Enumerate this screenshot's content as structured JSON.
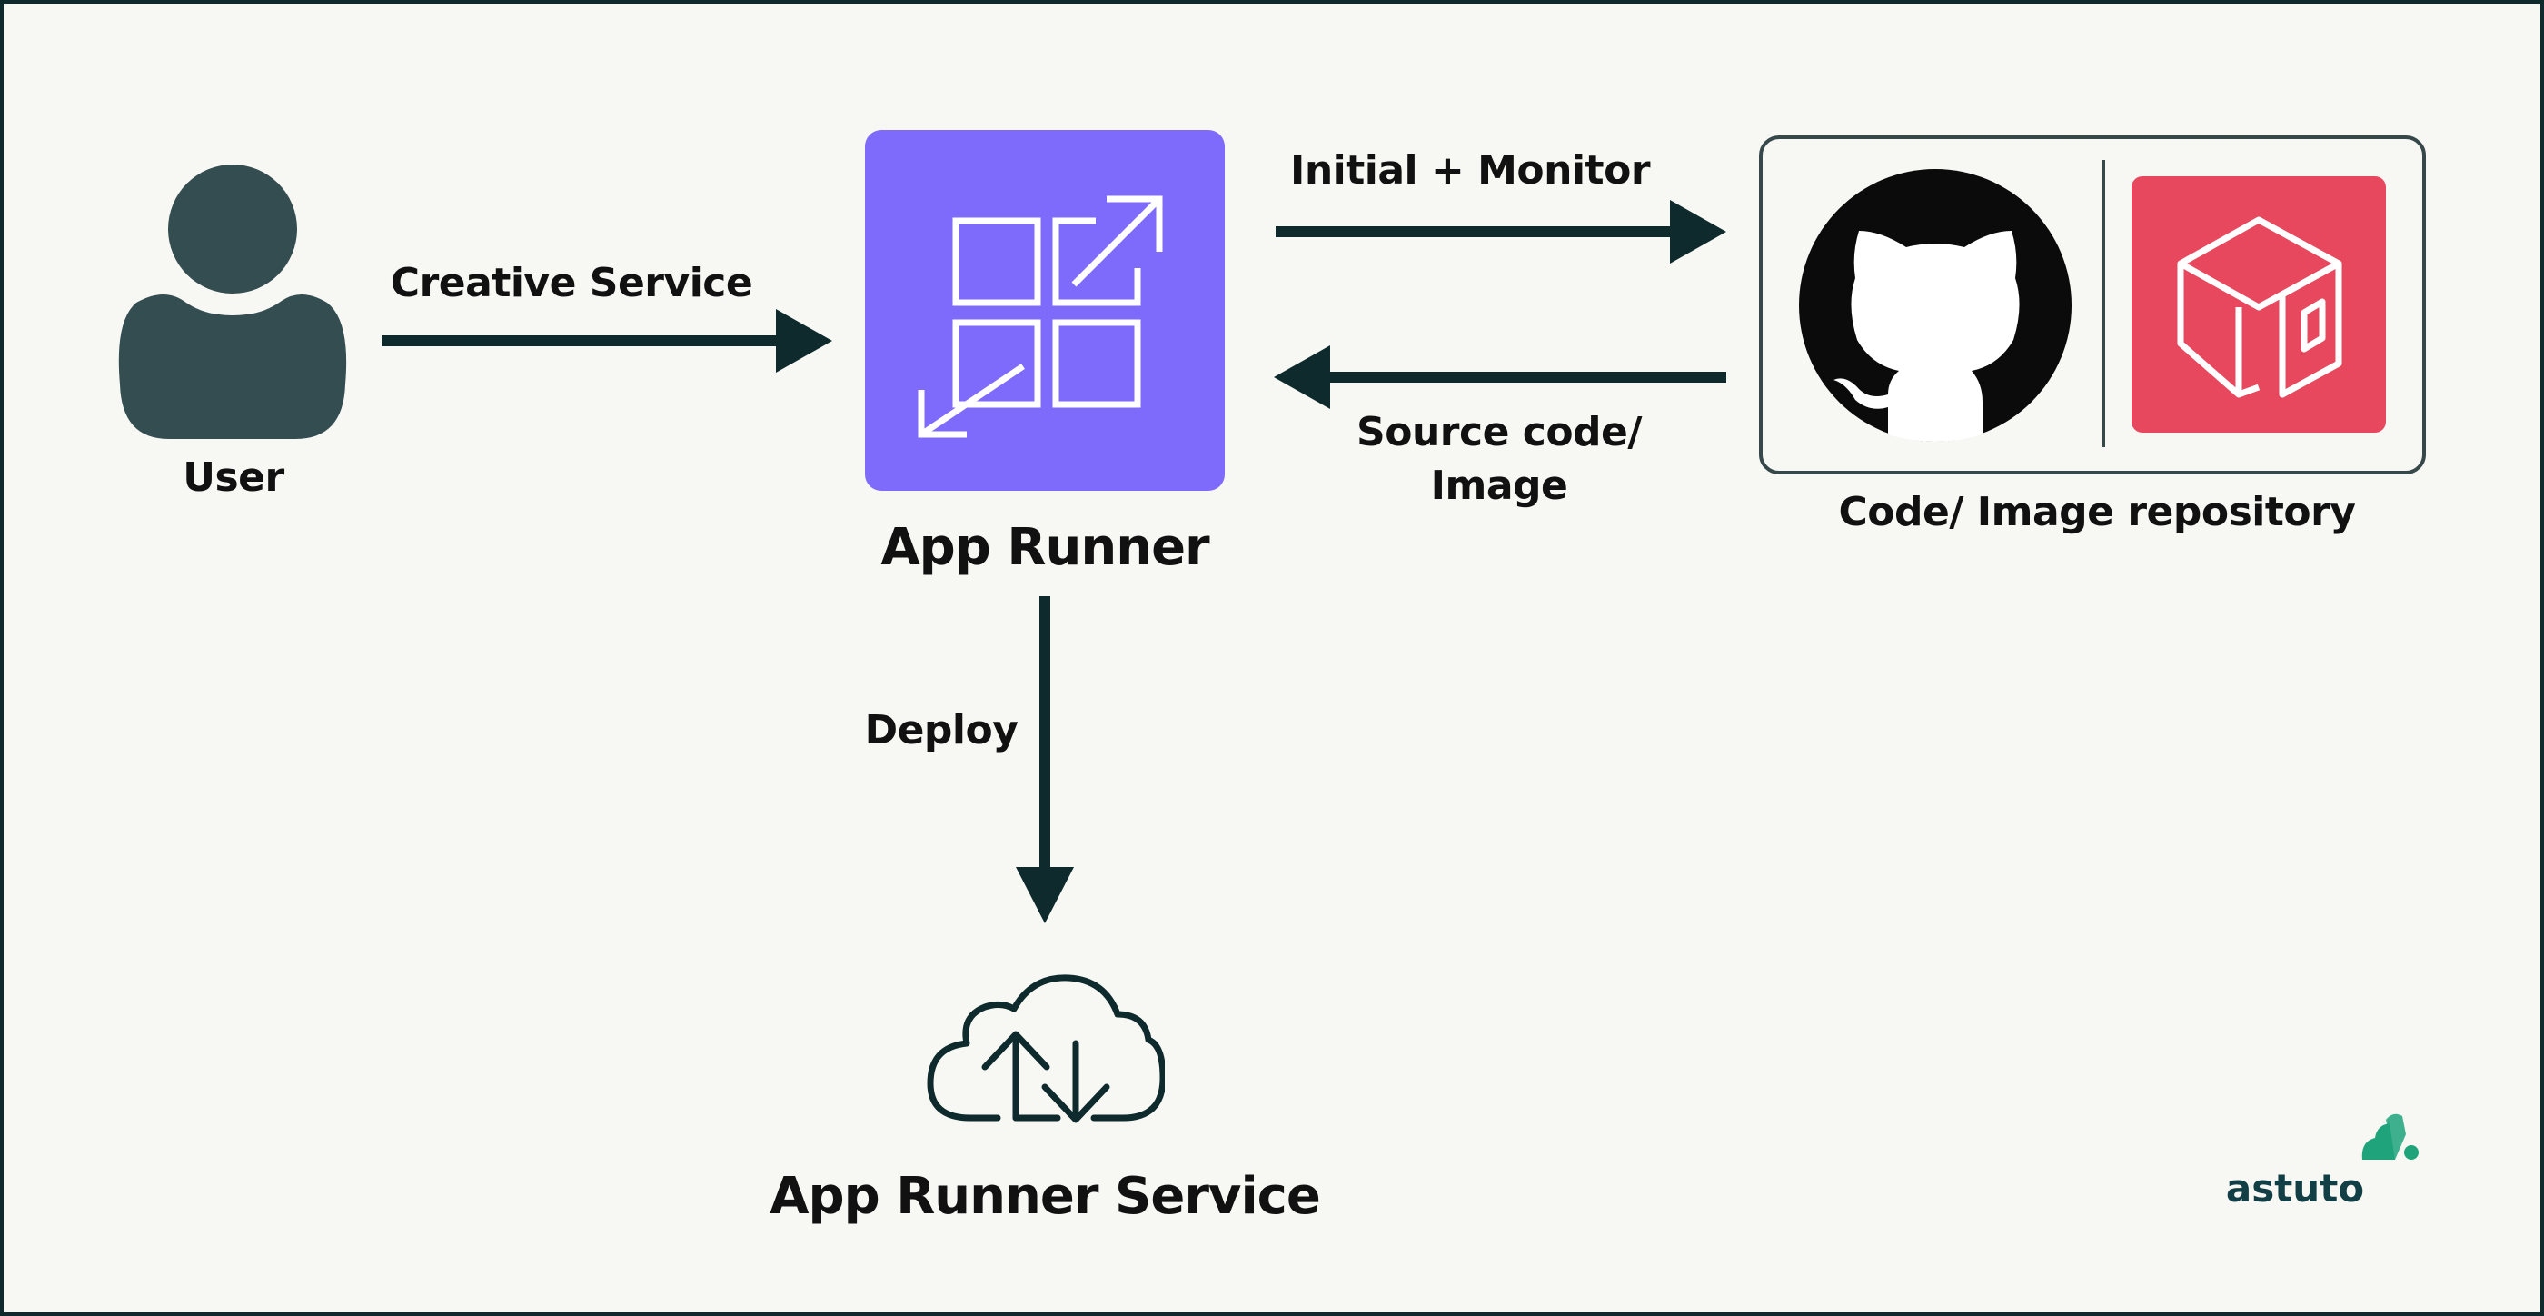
{
  "nodes": {
    "user": {
      "label": "User"
    },
    "app_runner": {
      "label": "App Runner"
    },
    "repository": {
      "label": "Code/ Image repository"
    },
    "service": {
      "label": "App Runner Service"
    }
  },
  "edges": {
    "create": {
      "label": "Creative Service"
    },
    "initial": {
      "label": "Initial + Monitor"
    },
    "source": {
      "label_line1": "Source code/",
      "label_line2": "Image"
    },
    "deploy": {
      "label": "Deploy"
    }
  },
  "brand": {
    "name": "astuto",
    "color": "#1fa37a"
  },
  "colors": {
    "frame": "#0e2a2c",
    "arrow": "#0e2a2c",
    "user_icon": "#344d51",
    "app_runner": "#7f6bfb",
    "ecr": "#e8485d",
    "cloud_stroke": "#0e2a2c"
  },
  "icons": {
    "user": "person-icon",
    "app_runner": "app-runner-icon",
    "github": "github-icon",
    "ecr": "ecr-icon",
    "cloud": "cloud-sync-icon",
    "brand": "astuto-logo-icon"
  }
}
